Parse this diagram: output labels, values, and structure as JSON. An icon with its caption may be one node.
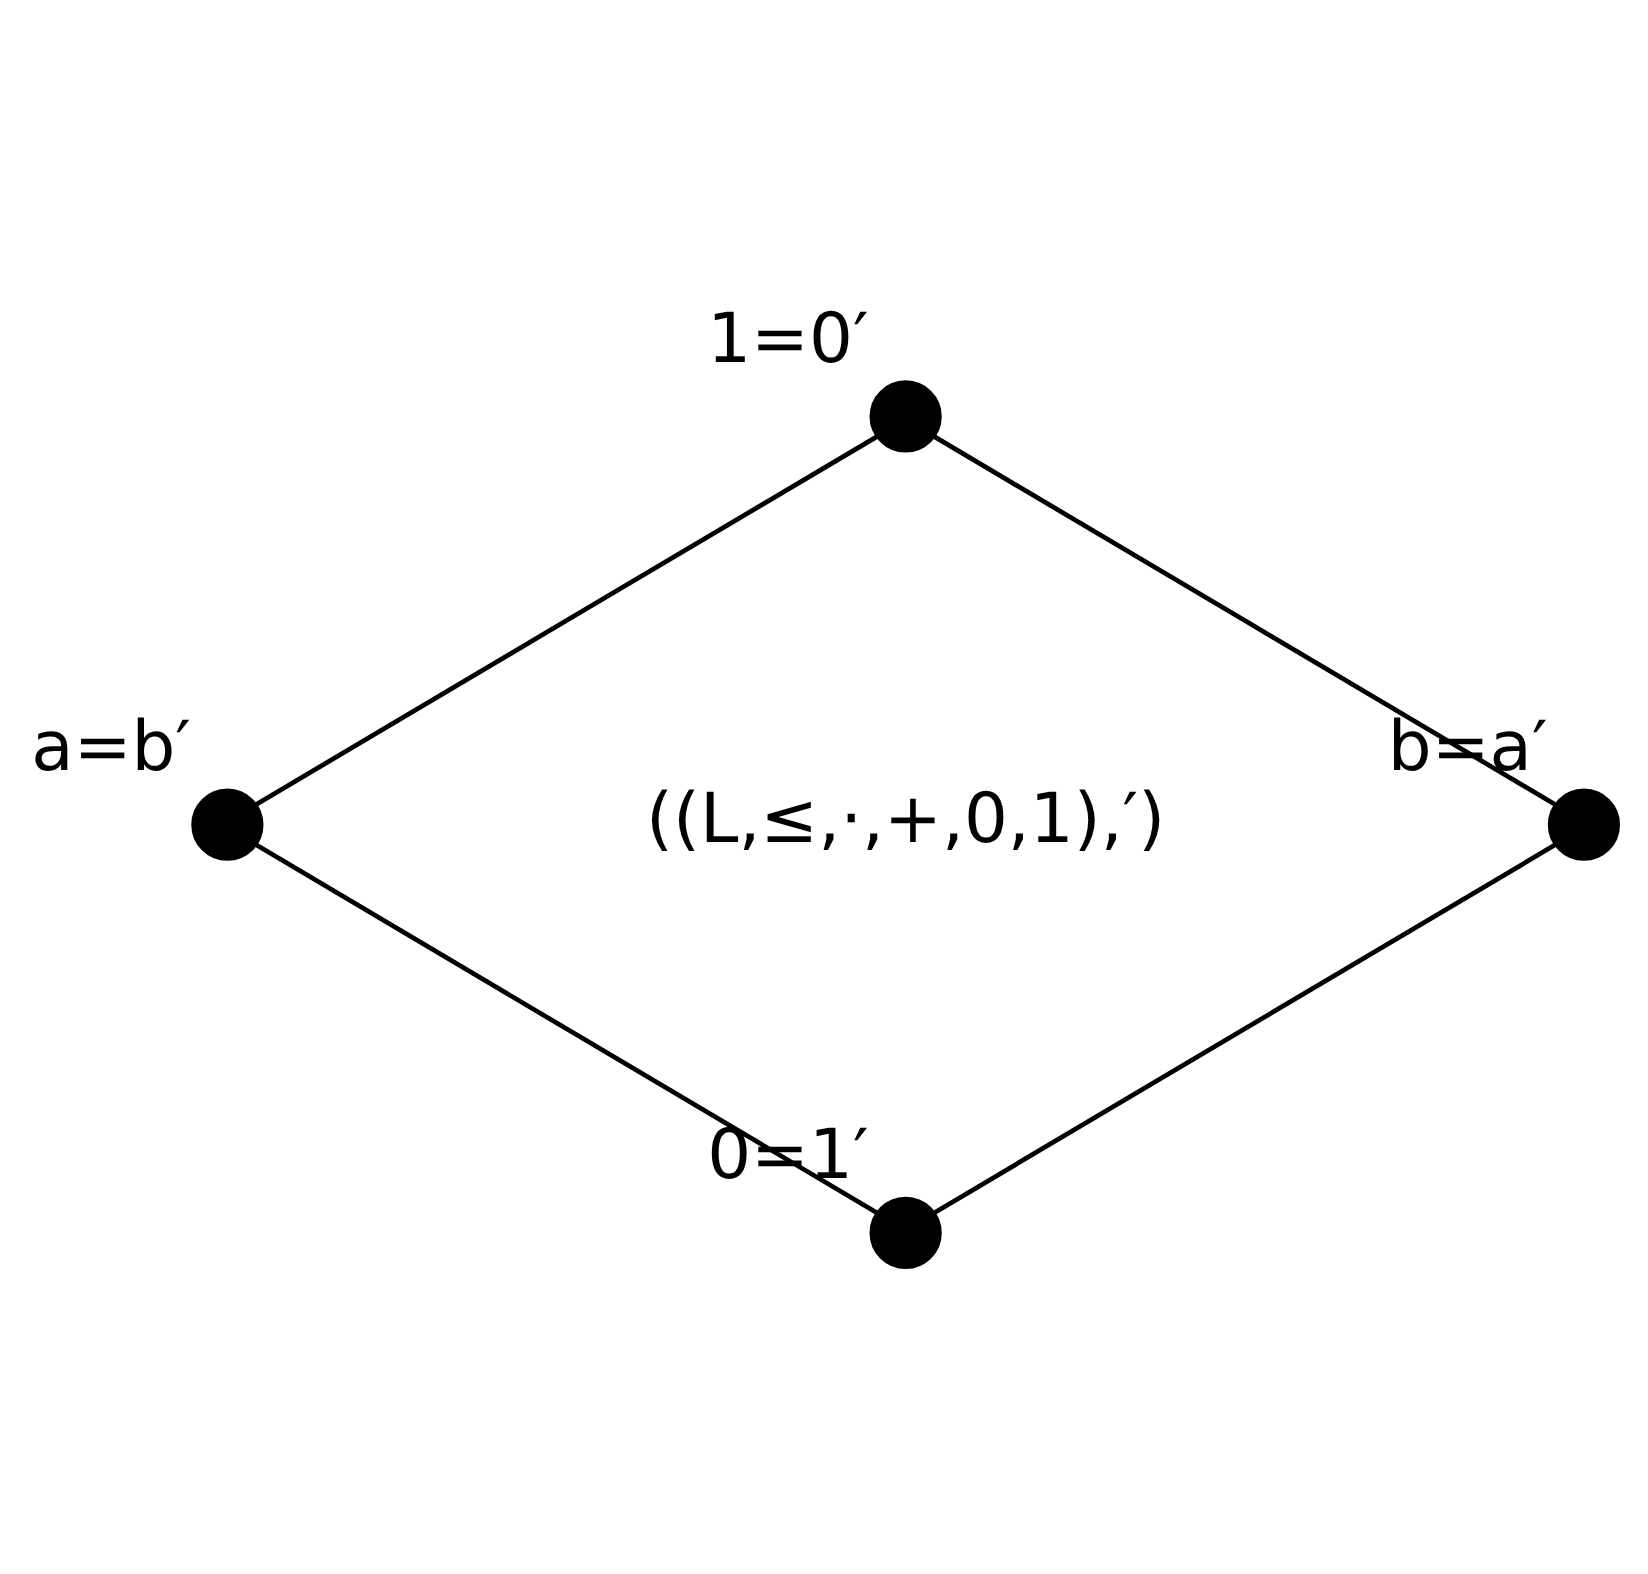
{
  "diagram": {
    "nodes": [
      {
        "text": [],
        "shape": "circle",
        "beside": [
          "1=0′"
        ]
      },
      {
        "text": [],
        "shape": "circle",
        "beside": [
          "b=a′"
        ]
      },
      {
        "text": [],
        "shape": "circle",
        "beside": [
          "a=b′"
        ]
      },
      {
        "text": [],
        "shape": "circle",
        "beside": [
          "0=1′"
        ]
      }
    ],
    "edges": [
      {
        "from": 0,
        "to": 1,
        "arrow": "none"
      },
      {
        "from": 0,
        "to": 2,
        "arrow": "none"
      },
      {
        "from": 2,
        "to": 3,
        "arrow": "none"
      },
      {
        "from": 1,
        "to": 3,
        "arrow": "none"
      }
    ],
    "labels": [
      "((L,≤,·,+,0,1),′)"
    ]
  }
}
